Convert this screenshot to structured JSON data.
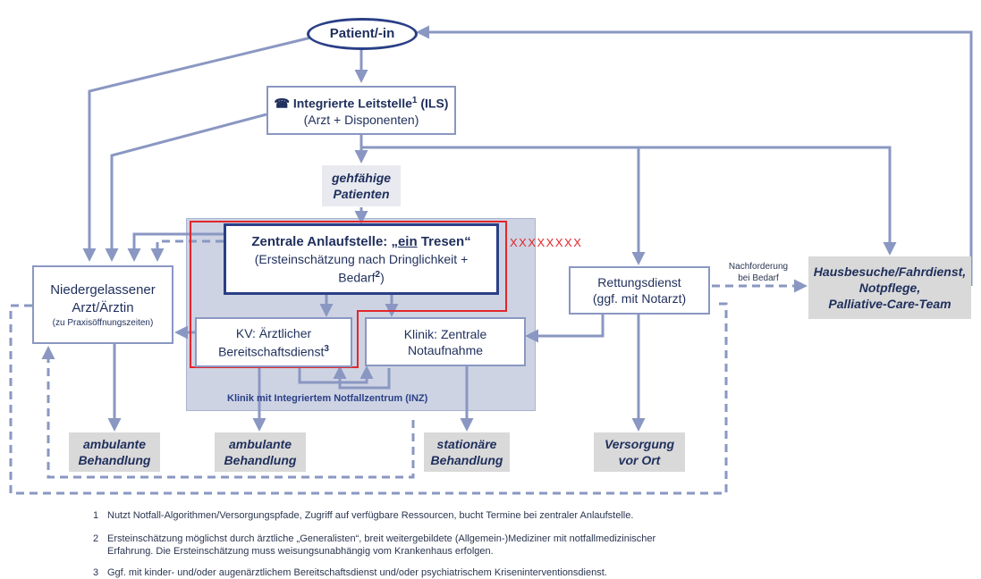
{
  "nodes": {
    "patient": {
      "label": "Patient/-in"
    },
    "ils": {
      "title": "Integrierte Leitstelle",
      "sup": "1",
      "title_suffix": " (ILS)",
      "subtitle": "(Arzt + Disponenten)"
    },
    "gehfaehige": {
      "line1": "gehfähige",
      "line2": "Patienten"
    },
    "zentrale": {
      "title_prefix": "Zentrale Anlaufstelle: „",
      "title_underlined": "ein",
      "title_suffix": " Tresen“",
      "line2": "(Ersteinschätzung nach Dringlichkeit +",
      "line3_prefix": "Bedarf",
      "line3_sup": "2",
      "line3_suffix": ")"
    },
    "niedergelassener": {
      "line1": "Niedergelassener",
      "line2": "Arzt/Ärztin",
      "line3": "(zu Praxisöffnungszeiten)"
    },
    "kv": {
      "line1": "KV: Ärztlicher",
      "line2_prefix": "Bereitschaftsdienst",
      "line2_sup": "3"
    },
    "klinik": {
      "line1": "Klinik: Zentrale",
      "line2": "Notaufnahme"
    },
    "inz": {
      "label": "Klinik mit Integriertem Notfallzentrum (INZ)"
    },
    "rettung": {
      "line1": "Rettungsdienst",
      "line2": "(ggf. mit Notarzt)"
    },
    "hausbesuche": {
      "line1": "Hausbesuche/Fahrdienst,",
      "line2": "Notpflege,",
      "line3": "Palliative-Care-Team"
    },
    "ambulant1": {
      "line1": "ambulante",
      "line2": "Behandlung"
    },
    "ambulant2": {
      "line1": "ambulante",
      "line2": "Behandlung"
    },
    "stationaer": {
      "line1": "stationäre",
      "line2": "Behandlung"
    },
    "versorgung": {
      "line1": "Versorgung",
      "line2": "vor Ort"
    }
  },
  "edge_labels": {
    "nachforderung_line1": "Nachforderung",
    "nachforderung_line2": "bei Bedarf",
    "cross_marks": "XXXXXXXX"
  },
  "footnotes": [
    {
      "num": "1",
      "text": "Nutzt Notfall-Algorithmen/Versorgungspfade, Zugriff auf verfügbare Ressourcen, bucht Termine bei zentraler Anlaufstelle."
    },
    {
      "num": "2",
      "text": "Ersteinschätzung möglichst durch ärztliche „Generalisten“, breit weitergebildete (Allgemein-)Mediziner mit notfallmedizinischer",
      "text2": "Erfahrung. Die Ersteinschätzung muss weisungsunabhängig vom Krankenhaus erfolgen."
    },
    {
      "num": "3",
      "text": "Ggf. mit kinder- und/oder augenärztlichem Bereitschaftsdienst und/oder psychiatrischem Kriseninterventionsdienst."
    }
  ],
  "icons": {
    "phone": "phone-icon"
  },
  "colors": {
    "arrow": "#8a97c2",
    "dark_blue": "#2a3f86",
    "highlight_red": "#e3262b",
    "inz_bg": "#cdd3e3",
    "grey_box": "#d9d9d9"
  }
}
